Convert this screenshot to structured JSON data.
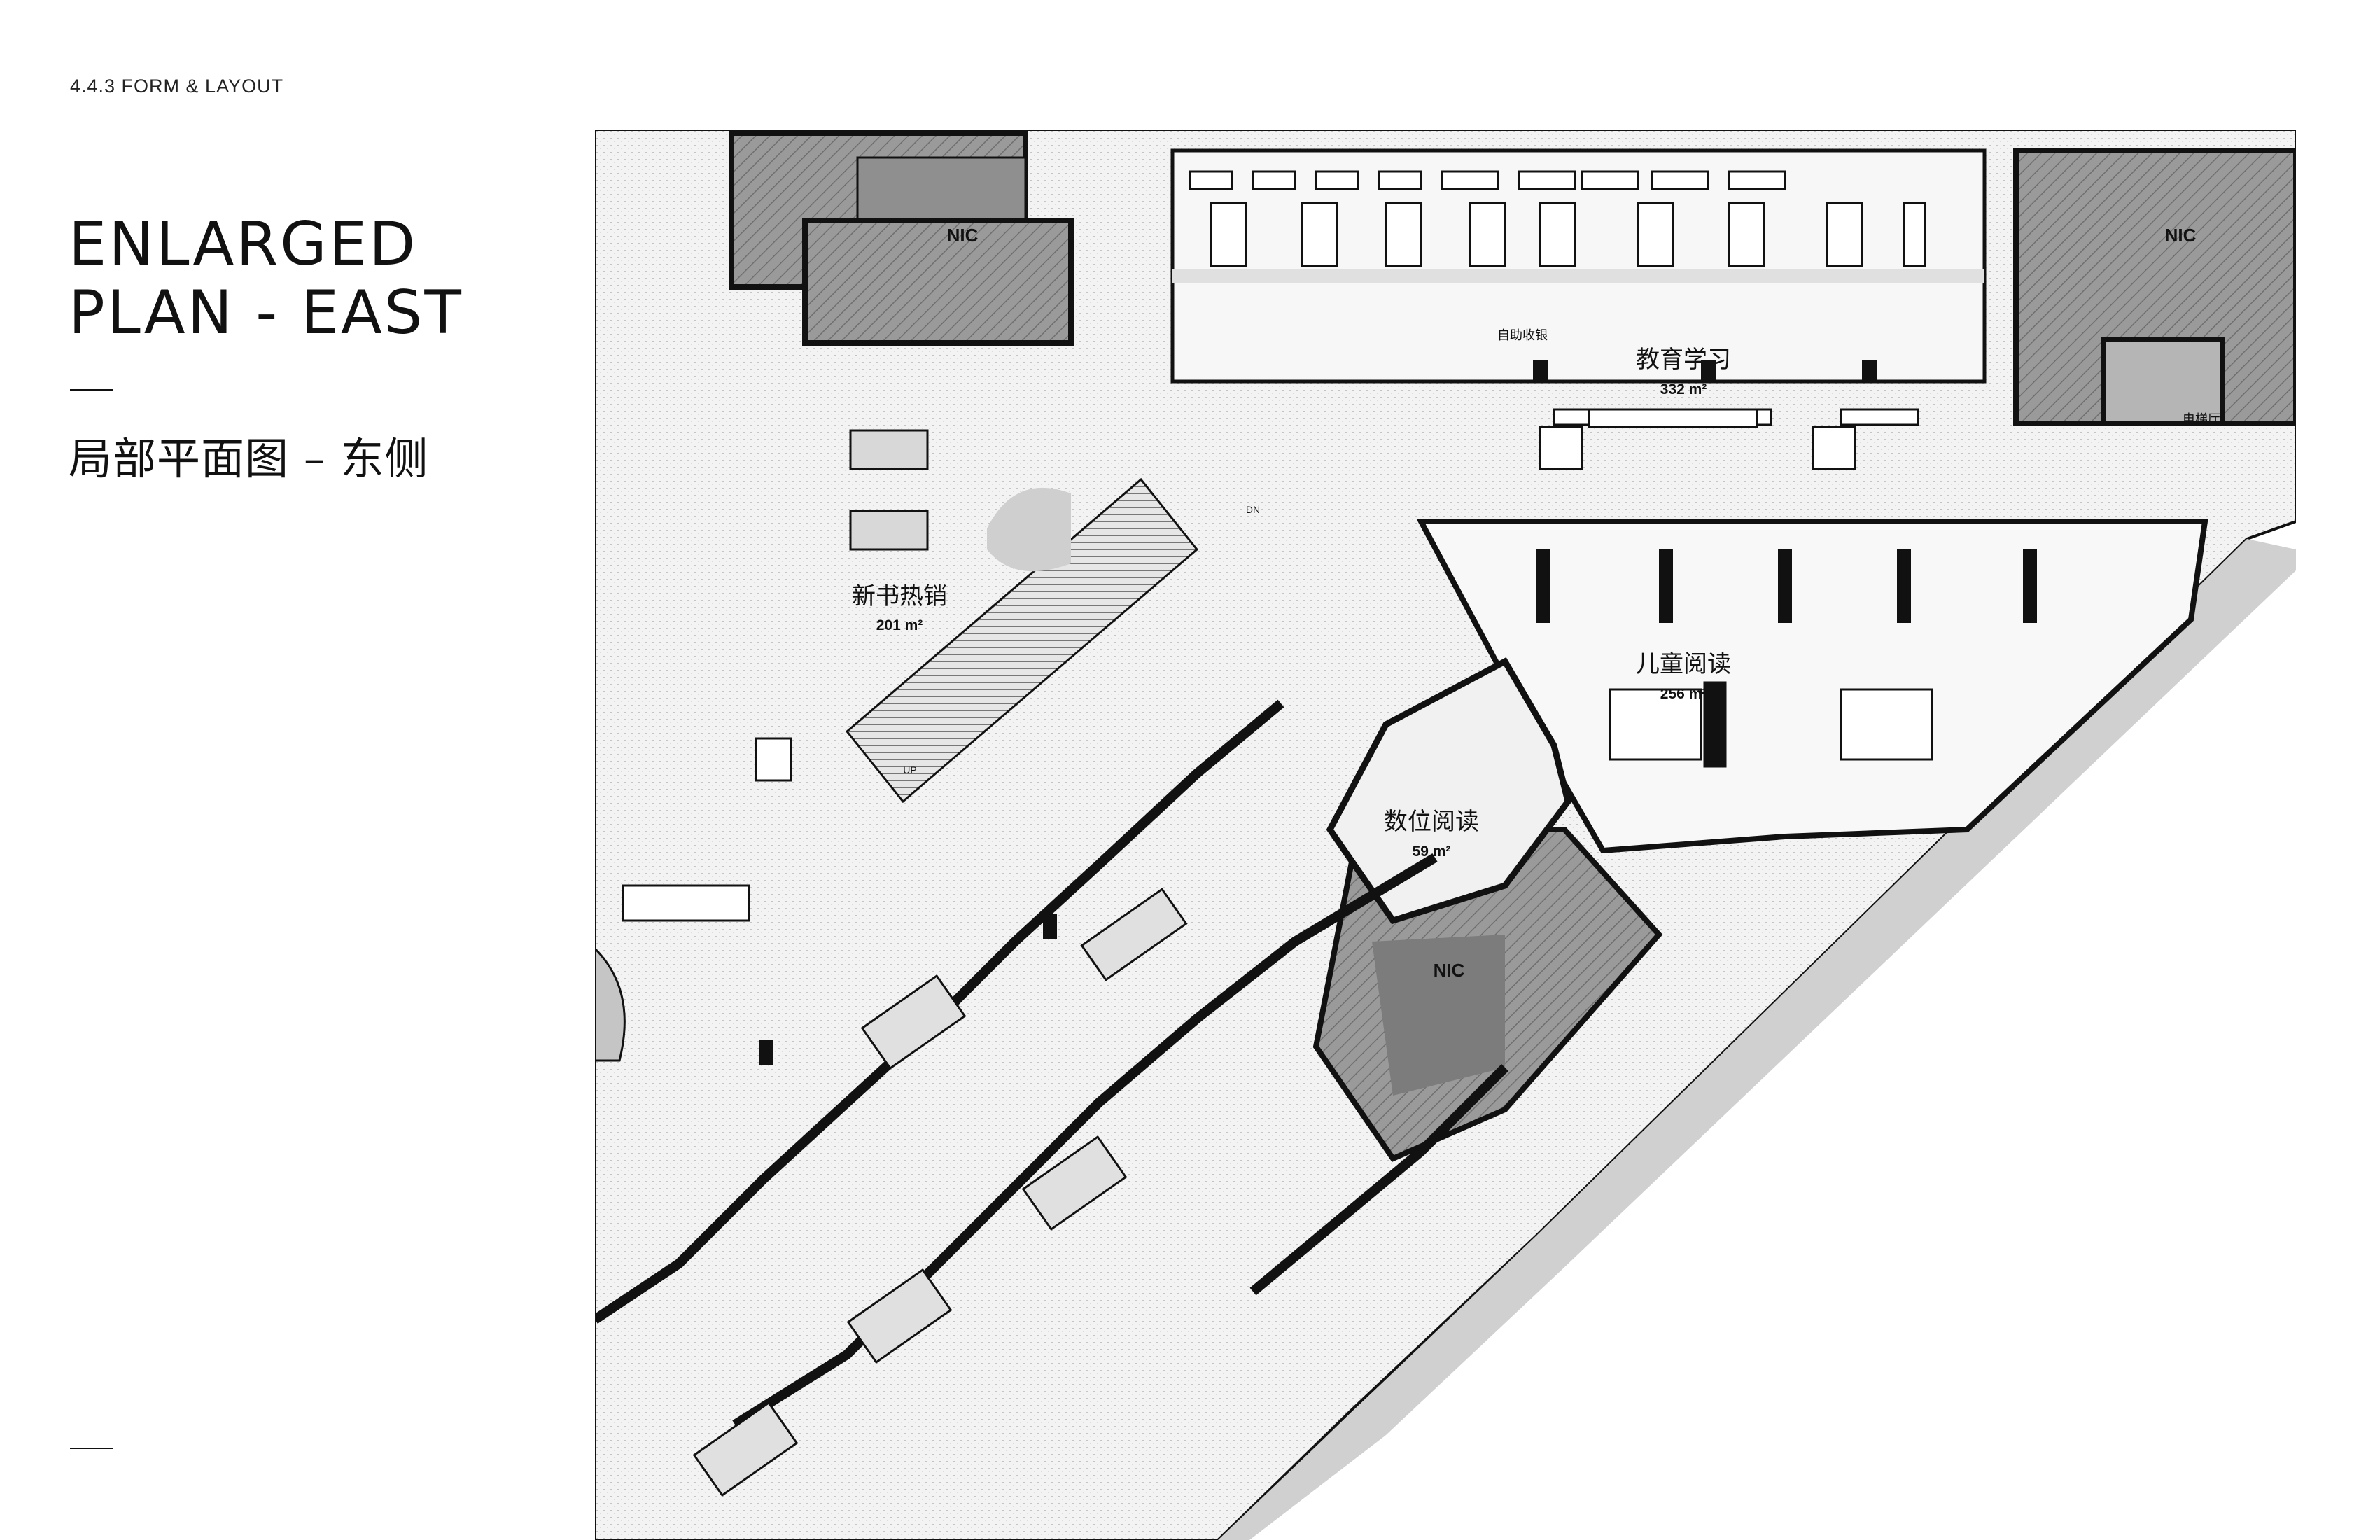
{
  "header": {
    "section": "4.4.3     FORM & LAYOUT"
  },
  "title": {
    "line1": "ENLARGED",
    "line2": "PLAN - EAST"
  },
  "subtitle": "局部平面图 – 东侧",
  "plan": {
    "rooms": [
      {
        "name": "新书热销",
        "area": "201 m²"
      },
      {
        "name": "教育学习",
        "area": "332 m²"
      },
      {
        "name": "儿童阅读",
        "area": "256 m²"
      },
      {
        "name": "数位阅读",
        "area": "59 m²"
      }
    ],
    "nic_labels": [
      "NIC",
      "NIC",
      "NIC"
    ],
    "labels": {
      "self_checkout": "自助收银",
      "elevator_hall": "电梯厅",
      "dn": "DN",
      "up": "UP"
    }
  }
}
